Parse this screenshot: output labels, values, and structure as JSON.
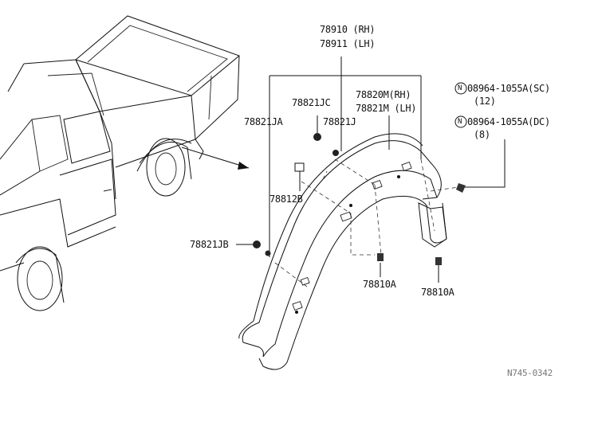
{
  "labels": {
    "fender_rh": "78910 (RH)",
    "fender_lh": "78911 (LH)",
    "jc": "78821JC",
    "ja": "78821JA",
    "j": "78821J",
    "m_rh": "78820M(RH)",
    "m_lh": "78821M (LH)",
    "b812": "78812B",
    "jb": "78821JB",
    "a810_left": "78810A",
    "a810_right": "78810A",
    "n_sc": "08964-1055A(SC)",
    "n_sc_qty": "(12)",
    "n_dc": "08964-1055A(DC)",
    "n_dc_qty": "(8)",
    "n_symbol": "N",
    "ref_code": "N745-0342"
  }
}
